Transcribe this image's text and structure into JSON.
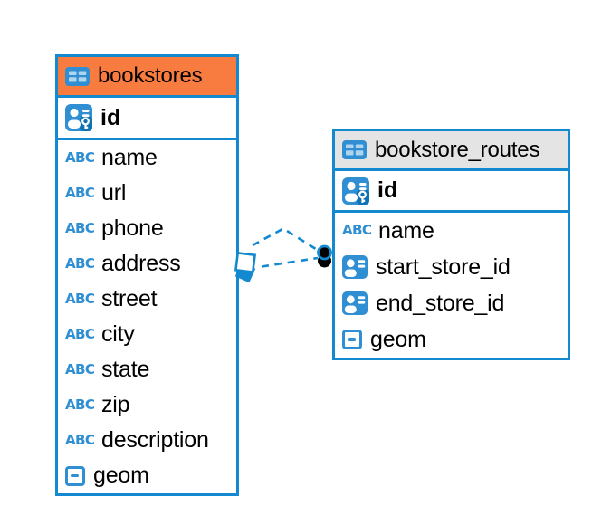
{
  "diagram": {
    "background": "#ffffff",
    "accent_blue": "#1389D0",
    "icon_blue": "#2F8FD2",
    "bookstores_header_color": "#F87B40",
    "routes_header_color": "#E4E4E4",
    "relationship_line_style": "dashed"
  },
  "icons": {
    "text_type_label": "ABC"
  },
  "tables": [
    {
      "name": "bookstores",
      "primary_key": "id",
      "fields": [
        {
          "name": "name",
          "type": "text"
        },
        {
          "name": "url",
          "type": "text"
        },
        {
          "name": "phone",
          "type": "text"
        },
        {
          "name": "address",
          "type": "text"
        },
        {
          "name": "street",
          "type": "text"
        },
        {
          "name": "city",
          "type": "text"
        },
        {
          "name": "state",
          "type": "text"
        },
        {
          "name": "zip",
          "type": "text"
        },
        {
          "name": "description",
          "type": "text"
        },
        {
          "name": "geom",
          "type": "geometry"
        }
      ]
    },
    {
      "name": "bookstore_routes",
      "primary_key": "id",
      "fields": [
        {
          "name": "name",
          "type": "text"
        },
        {
          "name": "start_store_id",
          "type": "reference"
        },
        {
          "name": "end_store_id",
          "type": "reference"
        },
        {
          "name": "geom",
          "type": "geometry"
        }
      ]
    }
  ],
  "relationships": {
    "count": 2,
    "style": "dashed",
    "bookstores_end_marker": "stacked-squares",
    "routes_end_marker": "filled-circles"
  }
}
